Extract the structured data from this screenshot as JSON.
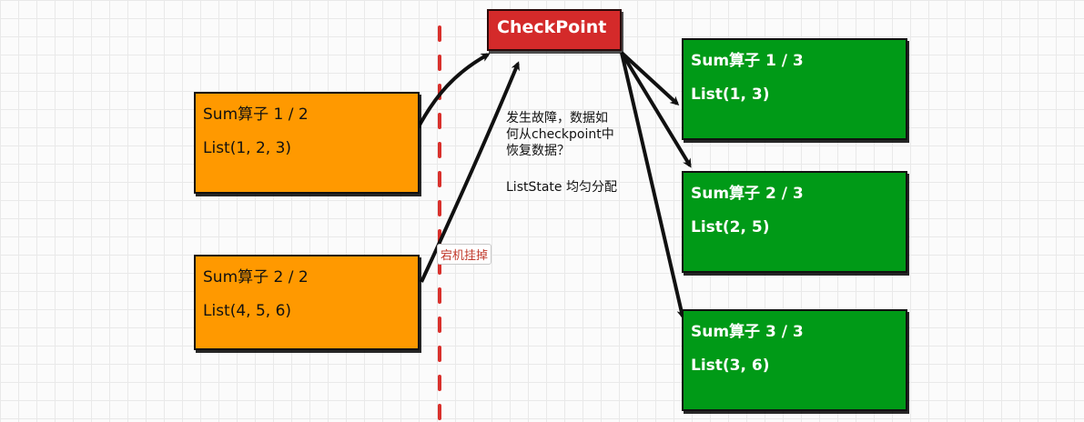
{
  "checkpoint": {
    "label": "CheckPoint"
  },
  "source_operators": [
    {
      "title": "Sum算子 1 / 2",
      "state": "List(1, 2, 3)"
    },
    {
      "title": "Sum算子 2 / 2",
      "state": "List(4, 5, 6)"
    }
  ],
  "target_operators": [
    {
      "title": "Sum算子 1 / 3",
      "state": "List(1,  3)"
    },
    {
      "title": "Sum算子 2 / 3",
      "state": "List(2,  5)"
    },
    {
      "title": "Sum算子 3 / 3",
      "state": "List(3,  6)"
    }
  ],
  "annotation": {
    "lines": [
      "发生故障，数据如",
      "何从checkpoint中",
      "恢复数据？"
    ],
    "note": "ListState 均匀分配"
  },
  "failure_tag": "宕机挂掉",
  "colors": {
    "source_box": "#ff9900",
    "target_box": "#009a17",
    "checkpoint": "#d42a2a",
    "failure_line": "#d9302c"
  }
}
